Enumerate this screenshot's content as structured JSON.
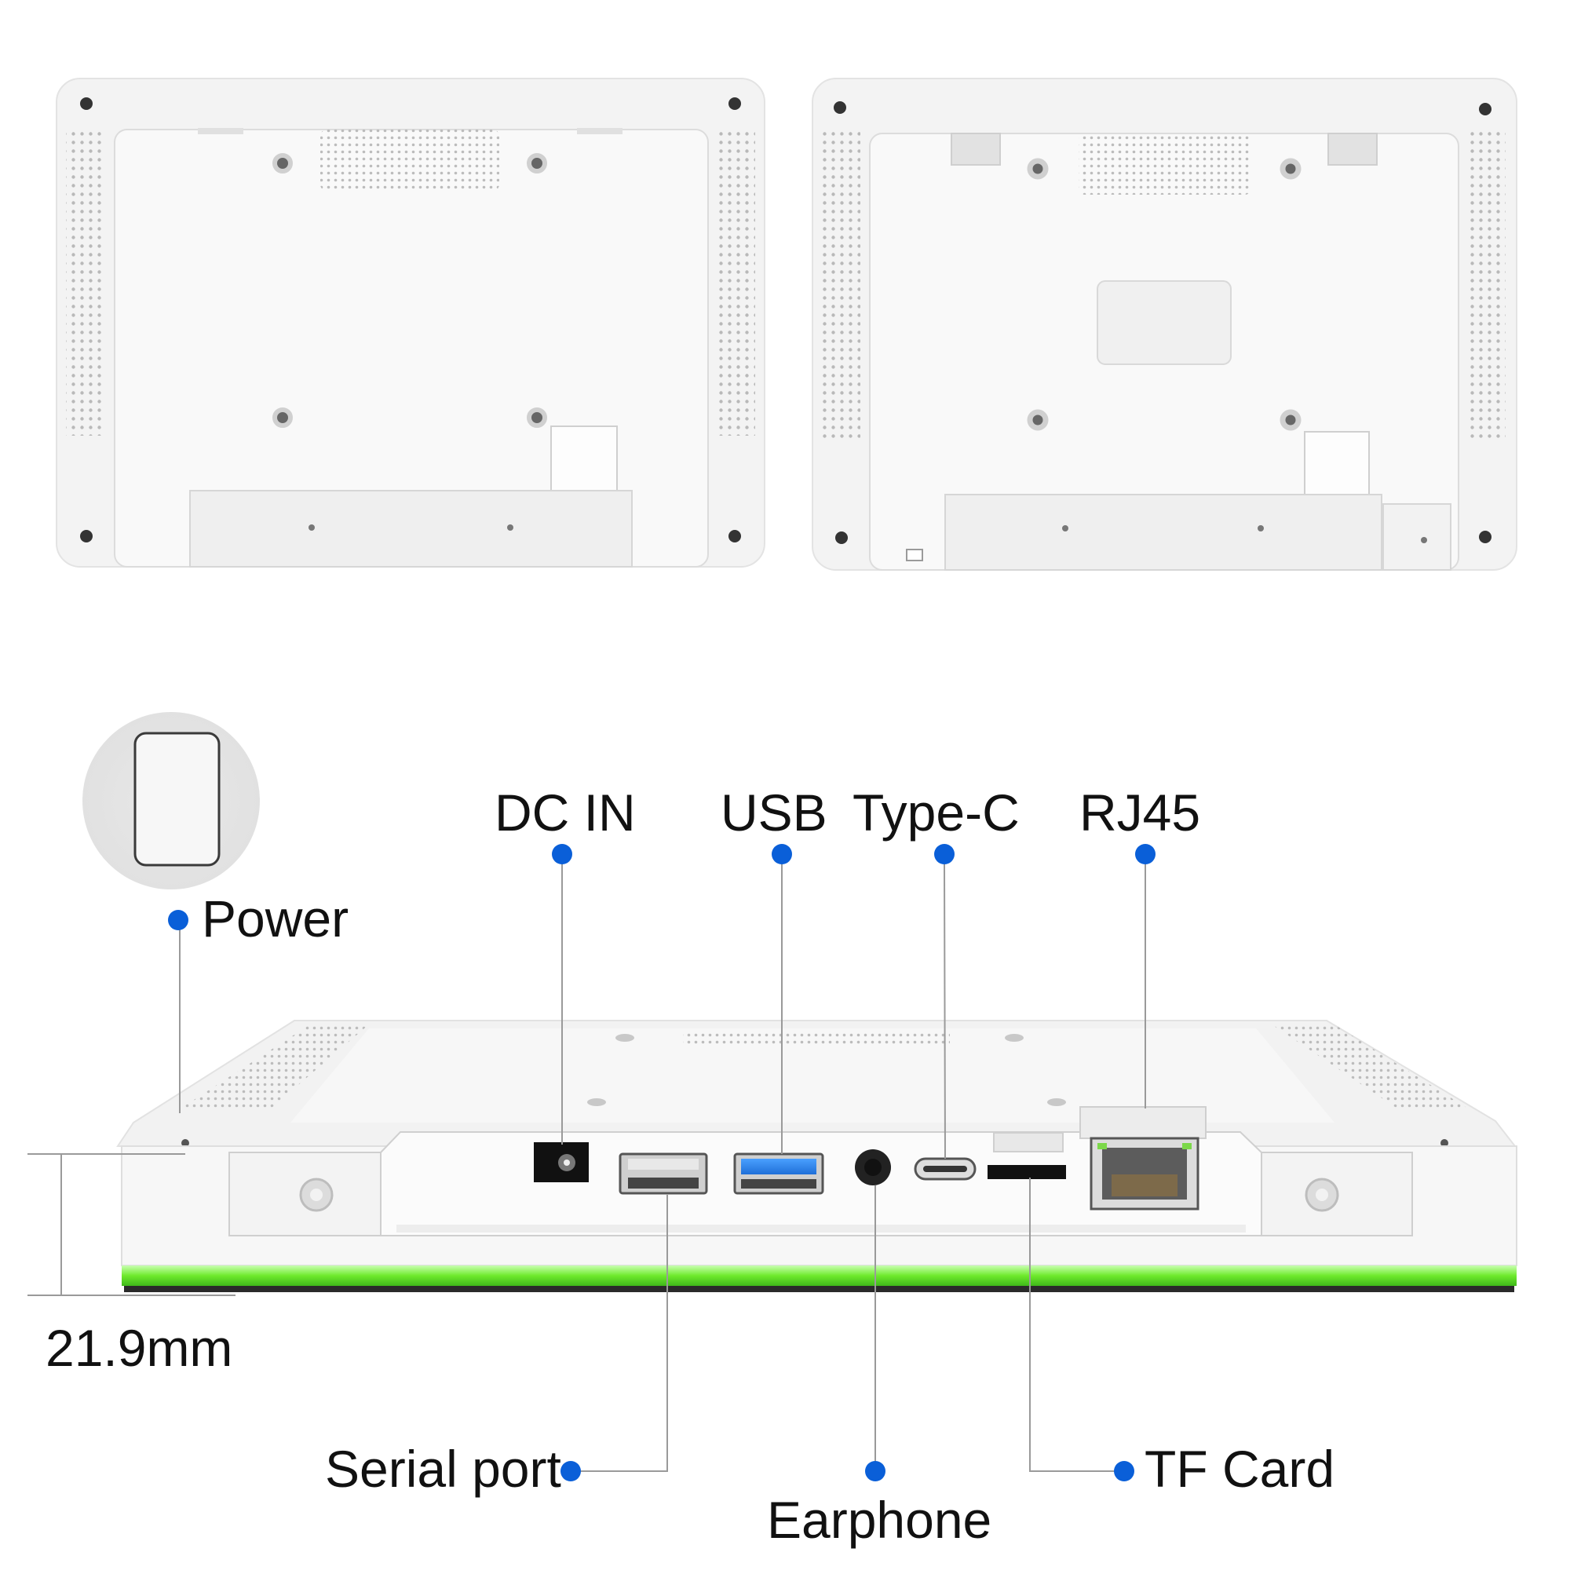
{
  "labels": {
    "power": "Power",
    "dc_in": "DC IN",
    "usb": "USB",
    "type_c": "Type-C",
    "rj45": "RJ45",
    "serial_port": "Serial port",
    "earphone": "Earphone",
    "tf_card": "TF Card",
    "thickness": "21.9mm"
  },
  "colors": {
    "dot": "#0a5fd8",
    "glow": "#7cf03a",
    "body": "#f4f4f4",
    "line": "#9a9a9a"
  }
}
